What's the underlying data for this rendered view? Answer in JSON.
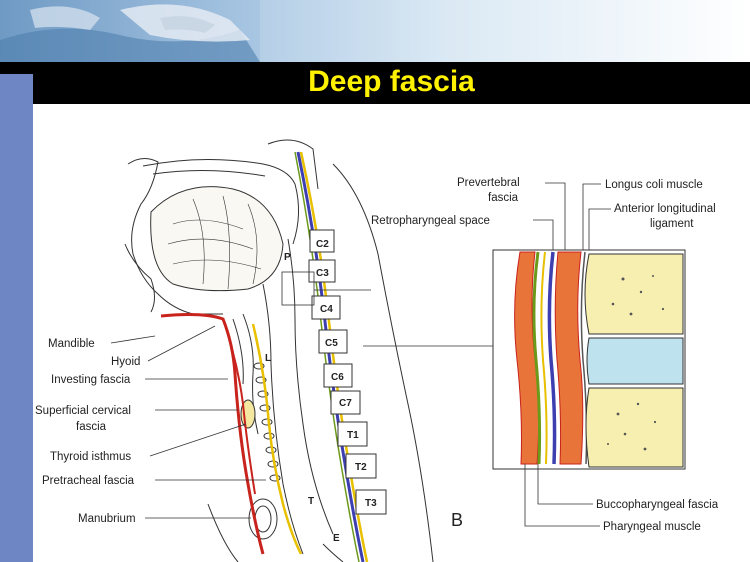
{
  "slide": {
    "title": "Deep fascia"
  },
  "figure": {
    "panel_letter": "B",
    "left_labels": {
      "mandible": "Mandible",
      "hyoid": "Hyoid",
      "investing": "Investing fascia",
      "superficial_1": "Superficial cervical",
      "superficial_2": "fascia",
      "thyroid": "Thyroid isthmus",
      "pretracheal": "Pretracheal fascia",
      "manubrium": "Manubrium"
    },
    "inner_letters": {
      "p": "P",
      "l": "L",
      "t": "T",
      "e": "E"
    },
    "vertebrae": [
      "C2",
      "C3",
      "C4",
      "C5",
      "C6",
      "C7",
      "T1",
      "T2",
      "T3"
    ],
    "detail_labels": {
      "prevertebral_1": "Prevertebral",
      "prevertebral_2": "fascia",
      "retropharyngeal": "Retropharyngeal space",
      "longus": "Longus coli muscle",
      "anterior_1": "Anterior longitudinal",
      "anterior_2": "ligament",
      "buccopharyngeal": "Buccopharyngeal fascia",
      "pharyngeal": "Pharyngeal muscle"
    }
  },
  "colors": {
    "title_text": "#fff200",
    "title_bar": "#000000",
    "side_bar": "#6f86c4",
    "fascia_blue": "#3d3fb0",
    "fascia_yellow": "#e8c000",
    "fascia_green": "#6b9a1a",
    "muscle_red": "#c8231c",
    "vertebra_fill": "#f6efb0",
    "disc_fill": "#bfe3ee"
  }
}
